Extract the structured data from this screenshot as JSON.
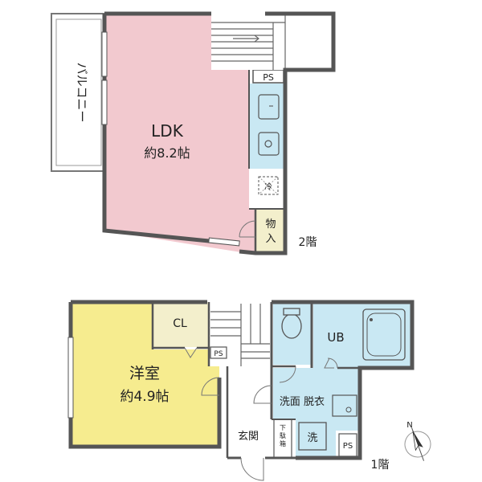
{
  "floor2": {
    "ldk": {
      "name": "LDK",
      "area": "約8.2帖"
    },
    "balcony": "バルコニー",
    "storage": "物入",
    "ps": "PS",
    "fridge": "冷",
    "floor_label": "2階"
  },
  "floor1": {
    "bedroom": {
      "name": "洋室",
      "area": "約4.9帖"
    },
    "closet": "CL",
    "ps_stair": "PS",
    "unit_bath": "UB",
    "washroom": "洗面 脱衣",
    "entrance": "玄関",
    "shoe_box": "下駄箱",
    "washer": "洗",
    "ps": "PS",
    "floor_label": "1階"
  },
  "compass": {
    "north": "N"
  },
  "colors": {
    "ldk": "#f2c9cf",
    "bedroom": "#f6ec8f",
    "closet": "#f3efcc",
    "wet": "#c9e8f3",
    "storage": "#f3efcc",
    "wall": "#555555"
  }
}
